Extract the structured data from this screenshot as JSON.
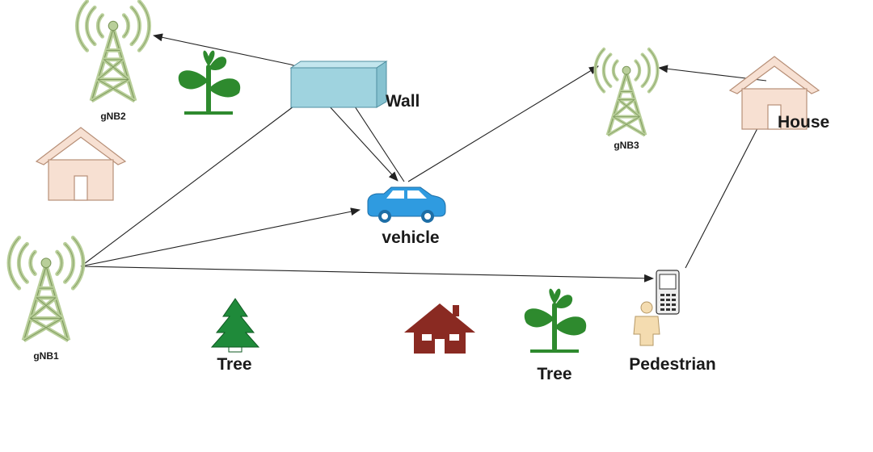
{
  "labels": {
    "gnb1": "gNB1",
    "gnb2": "gNB2",
    "gnb3": "gNB3",
    "wall": "Wall",
    "house": "House",
    "vehicle": "vehicle",
    "pedestrian": "Pedestrian",
    "tree_left": "Tree",
    "tree_right": "Tree"
  },
  "colors": {
    "tower": "#b9cf9a",
    "tower_stroke": "#7f9a5e",
    "wall_fill": "#9fd3df",
    "house_light": "#f7e0d2",
    "house_dark": "#8a2a22",
    "car": "#2f9be0",
    "plant": "#2e8a2e",
    "pine": "#1f8a3a",
    "person": "#f4dcb0"
  },
  "icons": [
    "antenna-tower-icon",
    "wall-block-icon",
    "house-icon",
    "car-icon",
    "plant-icon",
    "pine-tree-icon",
    "mobile-phone-icon",
    "person-icon"
  ]
}
